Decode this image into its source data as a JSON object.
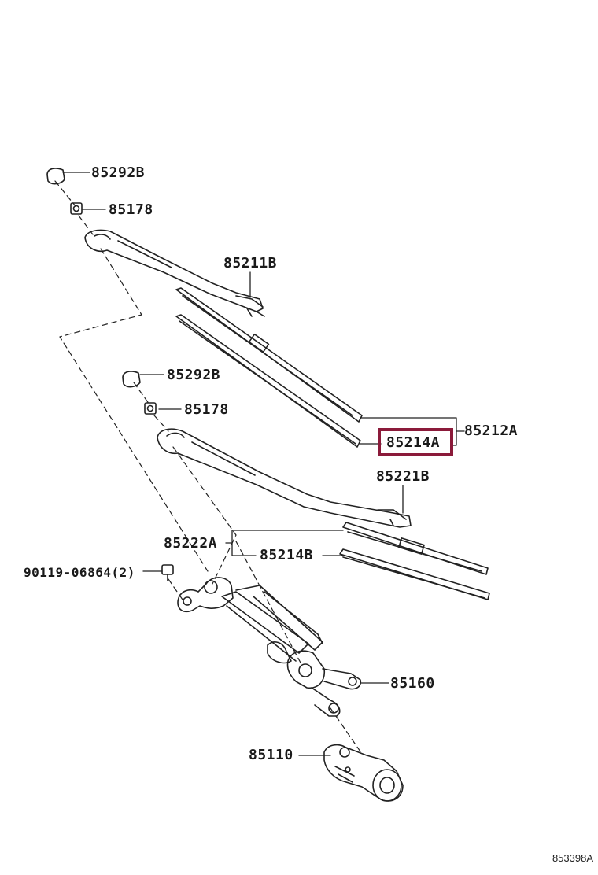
{
  "parts": {
    "cap_rear": "85292B",
    "nut_rear": "85178",
    "arm_rear": "85211B",
    "blade_assy_rear": "85212A",
    "rubber_rear": "85214A",
    "cap_front": "85292B",
    "nut_front": "85178",
    "arm_front": "85221B",
    "blade_assy_front": "85222A",
    "rubber_front": "85214B",
    "bolt": "90119-06864(2)",
    "link": "85160",
    "motor": "85110"
  },
  "highlight_color": "#8b1a3a",
  "diagram_code": "853398A"
}
